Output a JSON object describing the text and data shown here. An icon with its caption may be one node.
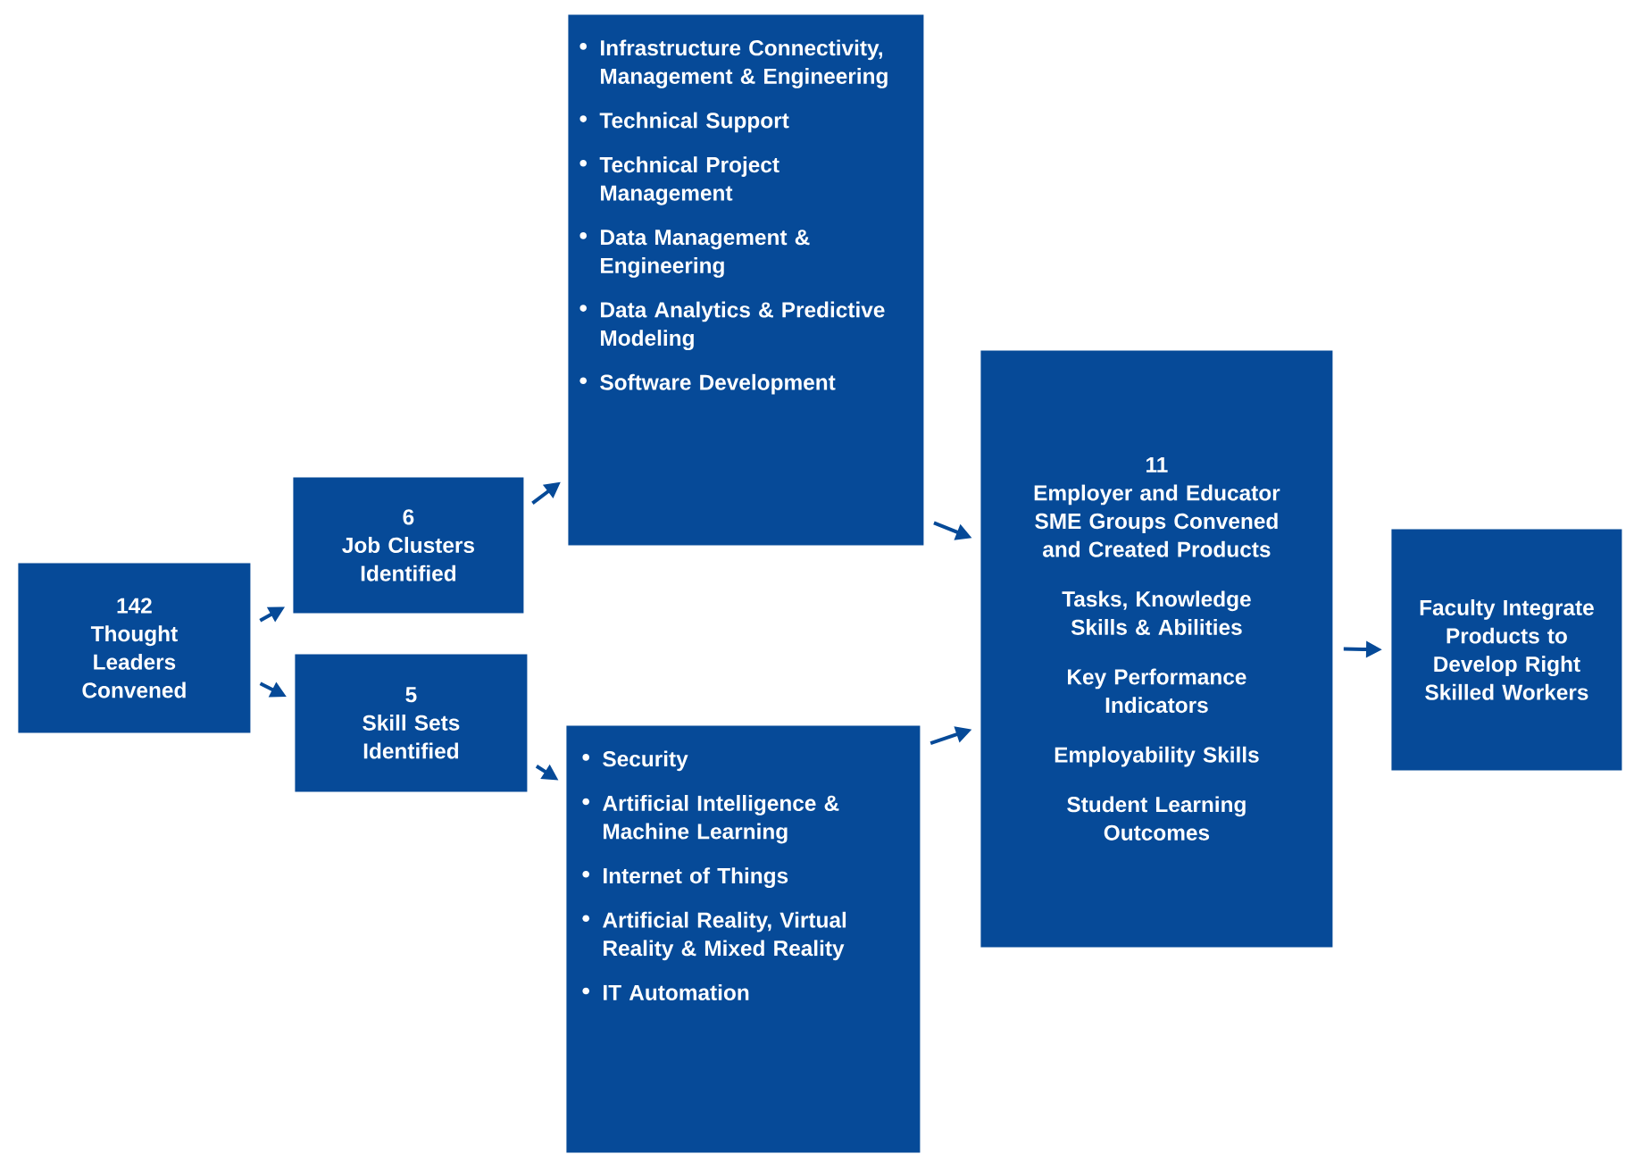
{
  "diagram": {
    "nodes": [
      {
        "text": [
          "142",
          "Thought Leaders Convened"
        ]
      },
      {
        "text": [
          "6",
          "Job Clusters Identified"
        ]
      },
      {
        "text": [
          "5",
          "Skill Sets Identified"
        ]
      },
      {
        "text": [
          "Infrastructure Connectivity, Management & Engineering",
          "Technical Support",
          "Technical Project Management",
          "Data Management & Engineering",
          "Data Analytics & Predictive Modeling",
          "Software Development"
        ]
      },
      {
        "text": [
          "Security",
          "Artificial Intelligence & Machine Learning",
          "Internet of Things",
          "Artificial Reality, Virtual Reality & Mixed Reality",
          "IT Automation"
        ]
      },
      {
        "text": [
          "11",
          "Employer and Educator SME Groups Convened and Created Products",
          "Tasks, Knowledge Skills & Abilities",
          "Key Performance Indicators",
          "Employability Skills",
          "Student Learning Outcomes"
        ]
      },
      {
        "text": [
          "Faculty Integrate Products to Develop Right Skilled Workers"
        ]
      }
    ],
    "edges": [
      {
        "from": 0,
        "to": 1,
        "arrow": "to"
      },
      {
        "from": 0,
        "to": 2,
        "arrow": "to"
      },
      {
        "from": 1,
        "to": 3,
        "arrow": "to"
      },
      {
        "from": 2,
        "to": 4,
        "arrow": "to"
      },
      {
        "from": 3,
        "to": 5,
        "arrow": "to"
      },
      {
        "from": 4,
        "to": 5,
        "arrow": "to"
      },
      {
        "from": 5,
        "to": 6,
        "arrow": "to"
      }
    ]
  }
}
